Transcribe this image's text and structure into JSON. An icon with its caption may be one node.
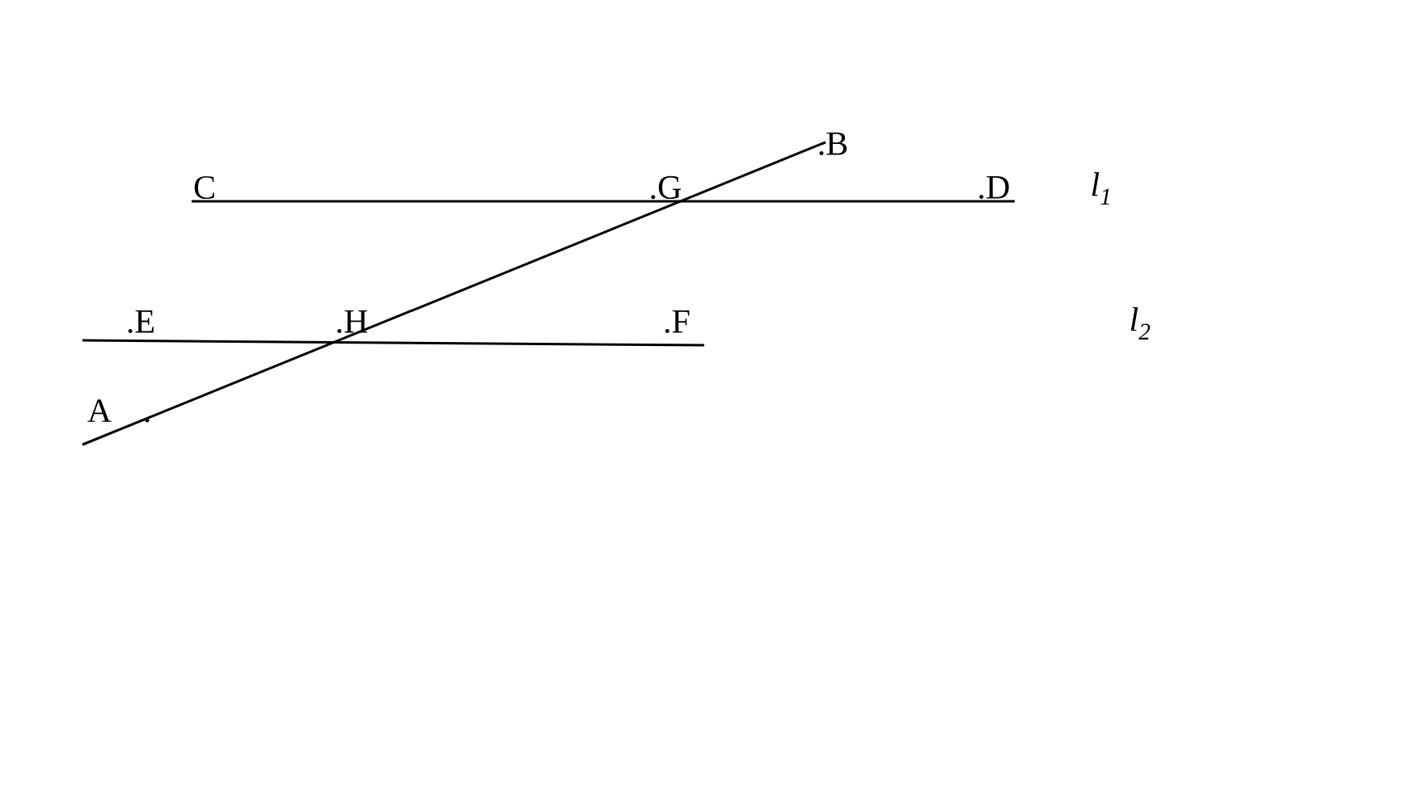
{
  "diagram": {
    "labels": [
      ".B",
      "C",
      ".G",
      ".D",
      "l$_{1}$",
      ".E",
      ".H",
      ".F",
      "l$_{2}$",
      "A"
    ]
  }
}
